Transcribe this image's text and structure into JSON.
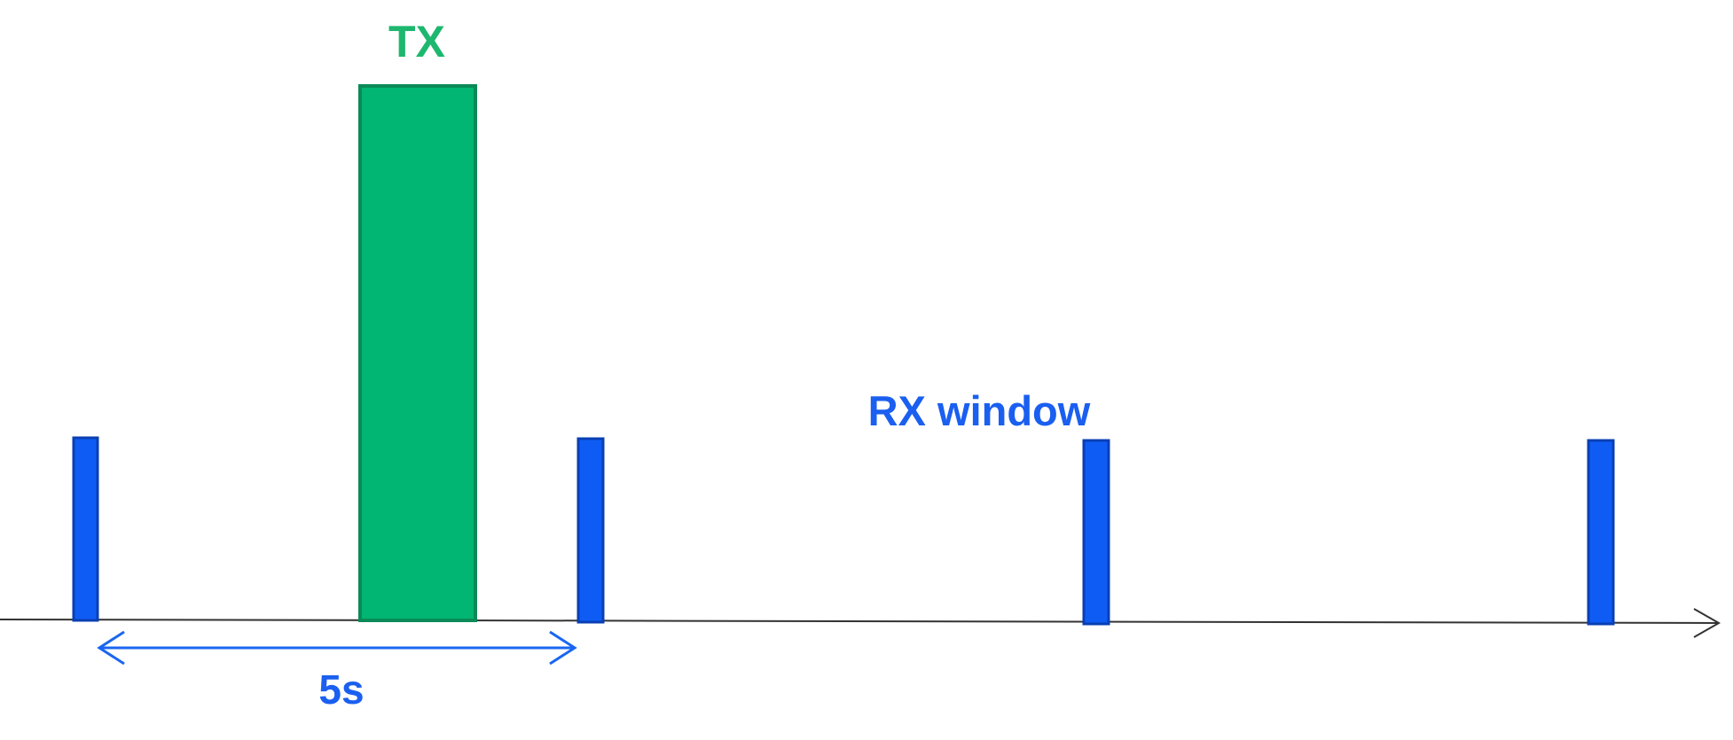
{
  "labels": {
    "tx": "TX",
    "rx_window": "RX window",
    "interval": "5s"
  },
  "colors": {
    "tx_fill": "#00B672",
    "tx_stroke": "#0A8A57",
    "rx_fill": "#0F5CF5",
    "rx_stroke": "#0A3FB3",
    "interval_arrow": "#1A66F2",
    "axis": "#333333",
    "tx_text": "#1DB76F",
    "rx_text": "#1A5FF0"
  }
}
